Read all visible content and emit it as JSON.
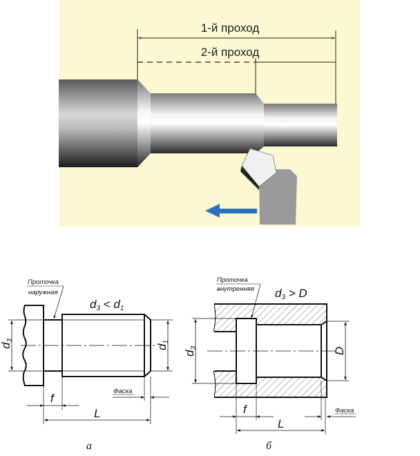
{
  "top_figure": {
    "pass_1_label": "1-й проход",
    "pass_2_label": "2-й проход",
    "background_color": "#fbf8d2",
    "arrow_color": "#2f6fc0"
  },
  "figure_a": {
    "groove_label_line1": "Проточка",
    "groove_label_line2": "наружная",
    "condition_d3": "d",
    "condition_sub3": "3",
    "condition_op": " < d",
    "condition_sub1": "1",
    "dim_d3": "d",
    "dim_d3_sub": "3",
    "dim_d1": "d",
    "dim_d1_sub": "1",
    "dim_f": "f",
    "dim_L": "L",
    "chamfer_label": "Фаска",
    "caption": "а"
  },
  "figure_b": {
    "groove_label_line1": "Проточка",
    "groove_label_line2": "внутренняя",
    "condition_d3": "d",
    "condition_sub3": "3",
    "condition_op": " > D",
    "dim_d3": "d",
    "dim_d3_sub": "3",
    "dim_D": "D",
    "dim_f": "f",
    "dim_L": "L",
    "chamfer_label": "Фаска",
    "caption": "б"
  }
}
